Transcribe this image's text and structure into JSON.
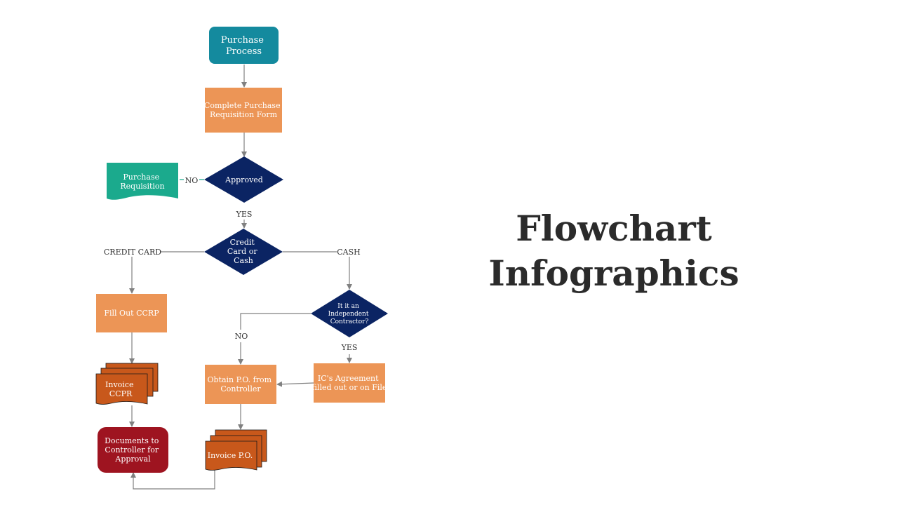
{
  "title": {
    "line1": "Flowchart",
    "line2": "Infographics"
  },
  "colors": {
    "teal_start": "#148A9E",
    "orange_process": "#EC9556",
    "navy_decision": "#0B2463",
    "green_document": "#1BAA8D",
    "dark_orange_document": "#C8581B",
    "red_terminal": "#9E1420",
    "connector": "#808080",
    "no_connector": "#1BAA8D"
  },
  "nodes": {
    "purchase_process": [
      "Purchase",
      "Process"
    ],
    "complete_requisition": [
      "Complete Purchase",
      "Requisition Form"
    ],
    "approved": [
      "Approved"
    ],
    "purchase_requisition": [
      "Purchase",
      "Requisition"
    ],
    "credit_or_cash": [
      "Credit",
      "Card or",
      "Cash"
    ],
    "fill_out_ccrp": [
      "Fill Out CCRP"
    ],
    "invoice_ccpr": [
      "Invoice",
      "CCPR"
    ],
    "documents_to_controller": [
      "Documents to",
      "Controller for",
      "Approval"
    ],
    "independent_contractor": [
      "It it an",
      "Independent",
      "Contractor?"
    ],
    "ic_agreement": [
      "IC's Agreement",
      "filled out or on File"
    ],
    "obtain_po": [
      "Obtain P.O. from",
      "Controller"
    ],
    "invoice_po": [
      "Invoice P.O."
    ]
  },
  "edge_labels": {
    "approved_no": "NO",
    "approved_yes": "YES",
    "credit_card": "CREDIT CARD",
    "cash": "CASH",
    "contractor_no": "NO",
    "contractor_yes": "YES"
  }
}
